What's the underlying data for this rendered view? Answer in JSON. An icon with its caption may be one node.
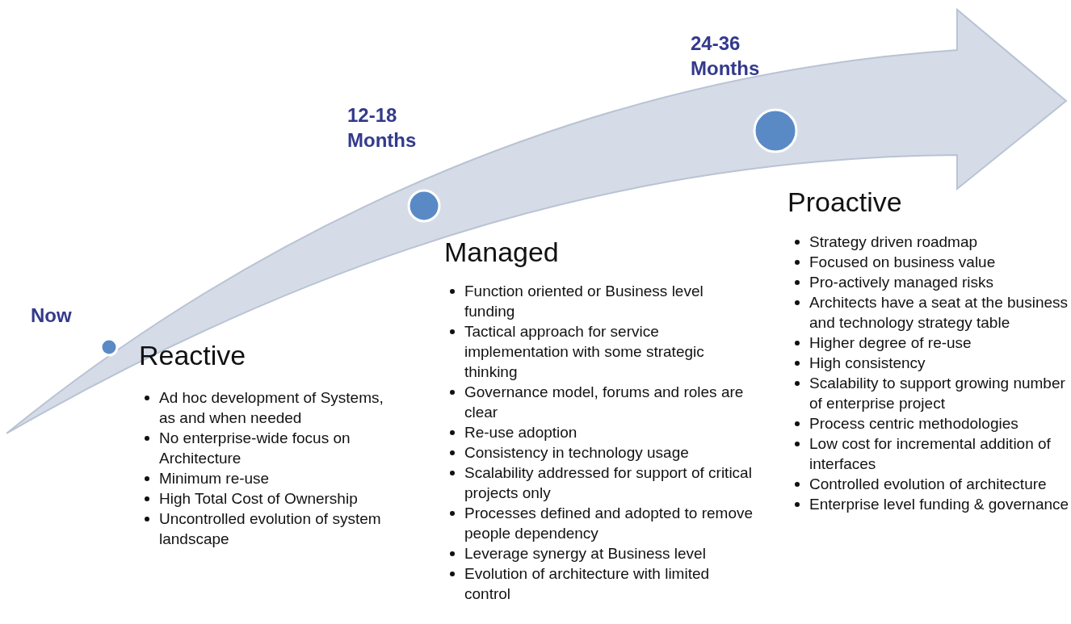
{
  "diagram": {
    "nodes": [
      {
        "text": [],
        "shape": "circle",
        "beside": [
          "Now"
        ]
      },
      {
        "text": [],
        "shape": "circle",
        "beside": [
          "12-18 Months"
        ]
      },
      {
        "text": [],
        "shape": "circle",
        "beside": [
          "24-36 Months"
        ]
      }
    ],
    "labels": [
      "Reactive",
      "Ad hoc development of Systems, as and when needed",
      "No enterprise-wide focus on Architecture",
      "Minimum re-use",
      "High Total Cost of Ownership",
      "Uncontrolled evolution of system landscape",
      "Managed",
      "Function oriented or Business level funding",
      "Tactical approach for service implementation with some strategic thinking",
      "Governance model, forums and roles are clear",
      "Re-use adoption",
      "Consistency in technology usage",
      "Scalability addressed for support of critical projects only",
      "Processes defined and adopted to remove people dependency",
      "Leverage synergy at Business level",
      "Evolution of architecture with limited control",
      "Proactive",
      "Strategy driven roadmap",
      "Focused on business value",
      "Pro-actively managed risks",
      "Architects have a seat at the business and technology strategy table",
      "Higher degree of re-use",
      "High consistency",
      "Scalability to support growing number of enterprise project",
      "Process centric methodologies",
      "Low cost for incremental addition of interfaces",
      "Controlled evolution of architecture",
      "Enterprise level funding & governance"
    ]
  }
}
